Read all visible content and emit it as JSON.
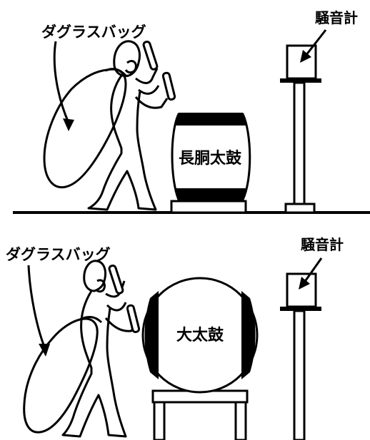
{
  "colors": {
    "ink": "#000000",
    "paper": "#ffffff"
  },
  "panels": [
    {
      "bag_label": "ダグラスバッグ",
      "meter_label": "騒音計",
      "drum_label": "長胴太鼓"
    },
    {
      "bag_label": "ダグラスバッグ",
      "meter_label": "騒音計",
      "drum_label": "大太鼓"
    }
  ]
}
